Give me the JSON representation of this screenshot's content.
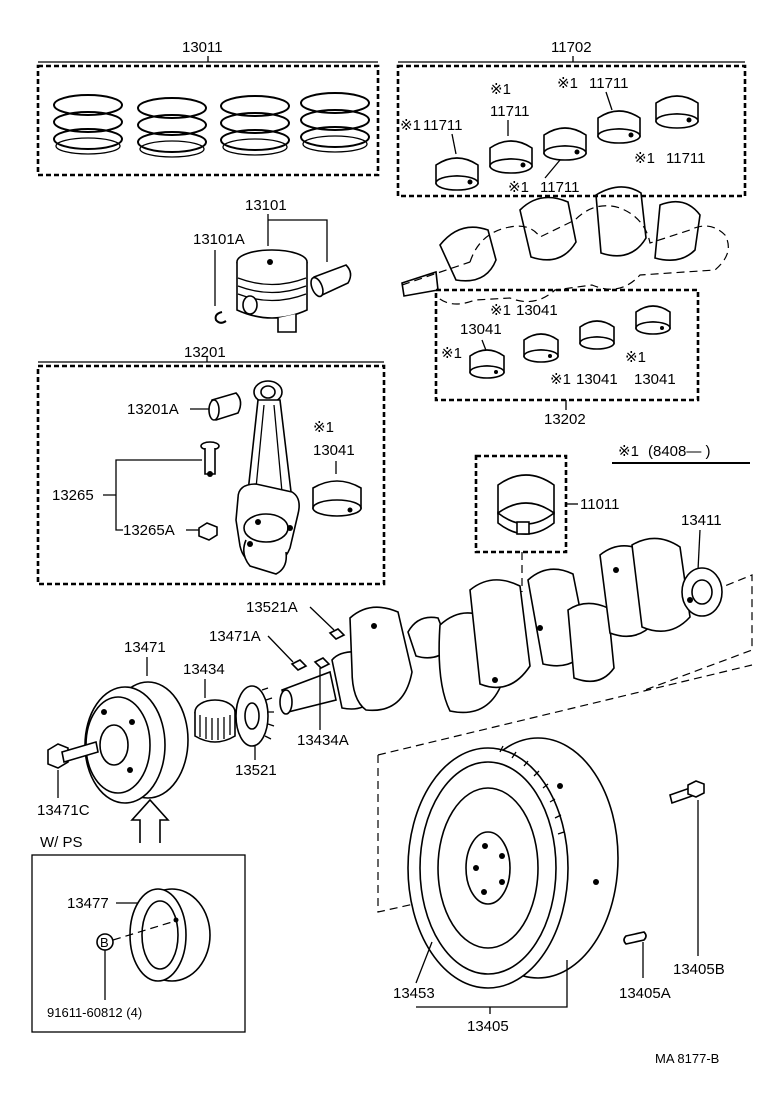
{
  "labels": {
    "piston_ring_set": "13011",
    "bearing_set_main": "11702",
    "main_bearing_upper_1": "11711",
    "main_bearing_upper_2": "11711",
    "main_bearing_upper_3": "11711",
    "main_bearing_lower_1": "11711",
    "main_bearing_lower_2": "11711",
    "piston": "13101",
    "piston_pin_clip": "13101A",
    "rod_assembly": "13201",
    "rod_bushing": "13201A",
    "rod_bolt": "13265",
    "rod_nut": "13265A",
    "rod_bearing_in_rod_box": "13041",
    "rod_bearing_set": "13202",
    "rod_bearing_a": "13041",
    "rod_bearing_b": "13041",
    "rod_bearing_c": "13041",
    "rod_bearing_d": "13041",
    "thrust_washer": "11011",
    "crankshaft": "13411",
    "date_note": "(8408—      )",
    "key_13521A": "13521A",
    "key_13471A": "13471A",
    "pulley": "13471",
    "sprocket_bearing": "13434",
    "key_13434A": "13434A",
    "timing_gear": "13521",
    "pulley_bolt": "13471C",
    "wps_label": "W/ PS",
    "ps_pulley": "13477",
    "ps_bolt_part": "91611-60812 (4)",
    "bolt_marker": "B",
    "flywheel_inner": "13453",
    "flywheel": "13405",
    "flywheel_pin": "13405A",
    "flywheel_bolt": "13405B",
    "figure_code": "MA  8177-B"
  },
  "asterisk_marks": [
    "※1",
    "※1",
    "※1",
    "※1",
    "※1",
    "※1",
    "※1",
    "※1",
    "※1",
    "※1",
    "※1"
  ]
}
